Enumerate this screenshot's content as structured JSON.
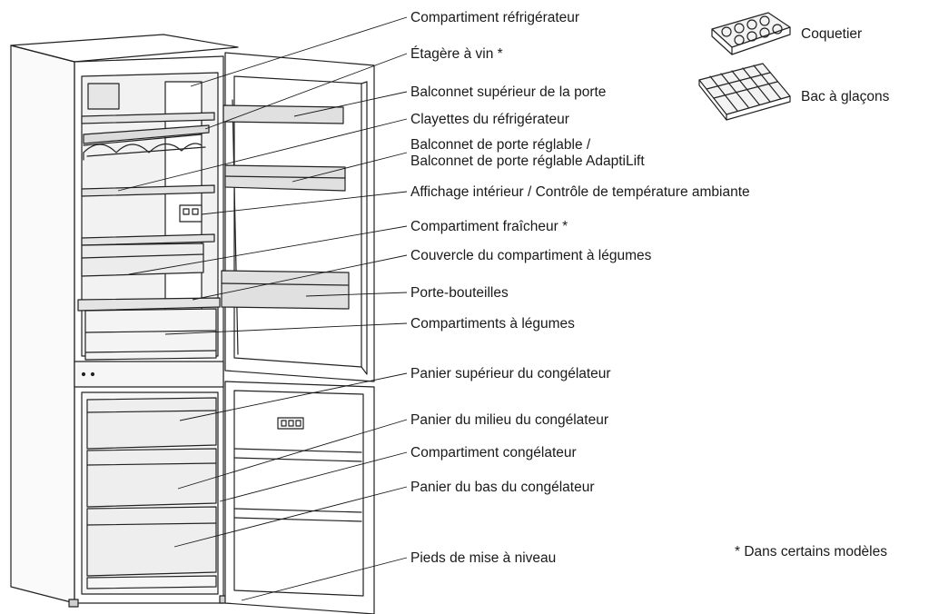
{
  "labels": {
    "fridge_compartment": "Compartiment réfrigérateur",
    "wine_shelf": "Étagère à vin *",
    "upper_door_balcony": "Balconnet supérieur de la porte",
    "fridge_shelves": "Clayettes du réfrigérateur",
    "adjustable_balcony_line1": "Balconnet de porte réglable /",
    "adjustable_balcony_line2": "Balconnet de porte réglable AdaptiLift",
    "interior_display": "Affichage intérieur / Contrôle de température ambiante",
    "chiller": "Compartiment fraîcheur *",
    "crisper_cover": "Couvercle du compartiment à légumes",
    "bottle_holder": "Porte-bouteilles",
    "crispers": "Compartiments à légumes",
    "freezer_top_basket": "Panier supérieur du congélateur",
    "freezer_middle_basket": "Panier du milieu du congélateur",
    "freezer_compartment": "Compartiment congélateur",
    "freezer_bottom_basket": "Panier du bas du congélateur",
    "leveling_feet": "Pieds de mise à niveau"
  },
  "accessories": {
    "egg_tray": "Coquetier",
    "ice_tray": "Bac à glaçons"
  },
  "footnote": "* Dans certains modèles",
  "colors": {
    "line": "#1a1a1a",
    "text": "#1a1a1a",
    "background": "#ffffff"
  }
}
